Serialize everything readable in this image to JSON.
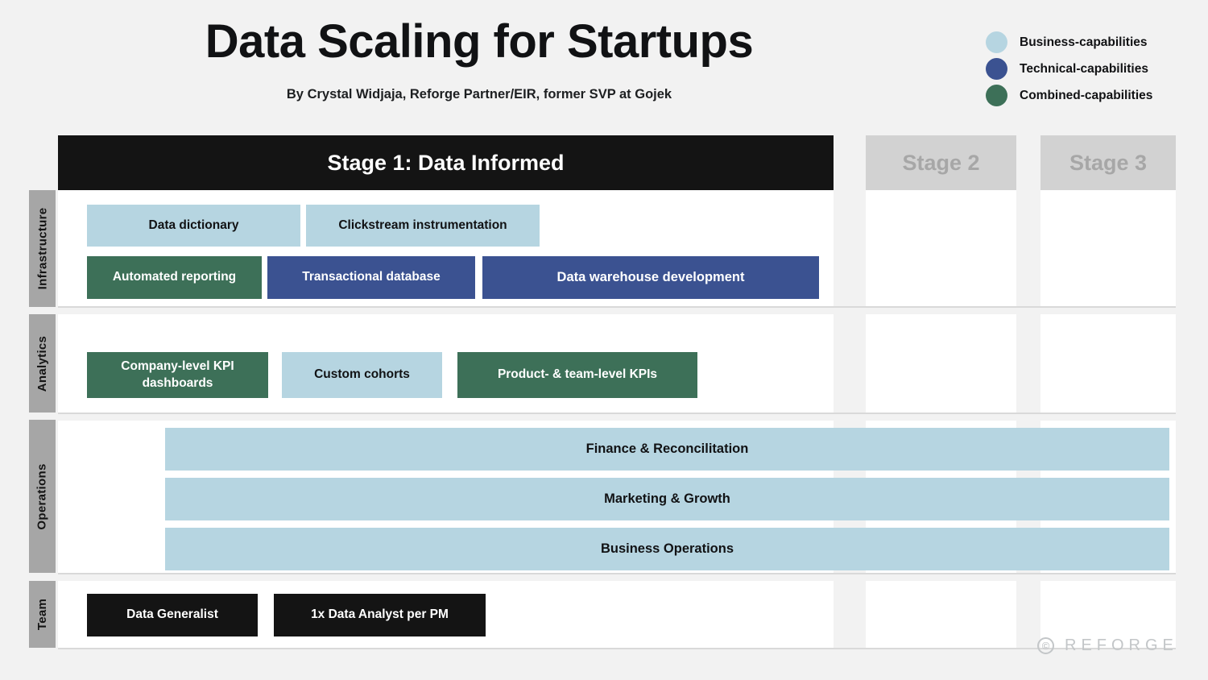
{
  "header": {
    "title": "Data Scaling for Startups",
    "subtitle": "By Crystal Widjaja, Reforge Partner/EIR, former SVP at Gojek"
  },
  "legend": {
    "items": [
      {
        "label": "Business-capabilities",
        "color": "#b6d5e1",
        "key": "business"
      },
      {
        "label": "Technical-capabilities",
        "color": "#3b5291",
        "key": "technical"
      },
      {
        "label": "Combined-capabilities",
        "color": "#3d7058",
        "key": "combined"
      }
    ]
  },
  "stages": [
    {
      "label": "Stage 1: Data Informed",
      "active": true
    },
    {
      "label": "Stage 2",
      "active": false
    },
    {
      "label": "Stage 3",
      "active": false
    }
  ],
  "rows": [
    {
      "label": "Infrastructure"
    },
    {
      "label": "Analytics"
    },
    {
      "label": "Operations"
    },
    {
      "label": "Team"
    }
  ],
  "boxes": {
    "infrastructure": [
      {
        "label": "Data dictionary",
        "type": "business"
      },
      {
        "label": "Clickstream instrumentation",
        "type": "business"
      },
      {
        "label": "Automated reporting",
        "type": "combined"
      },
      {
        "label": "Transactional database",
        "type": "technical"
      },
      {
        "label": "Data warehouse development",
        "type": "technical"
      }
    ],
    "analytics": [
      {
        "label": "Company-level KPI dashboards",
        "type": "combined"
      },
      {
        "label": "Custom cohorts",
        "type": "business"
      },
      {
        "label": "Product- & team-level KPIs",
        "type": "combined"
      }
    ],
    "operations": [
      {
        "label": "Finance & Reconcilitation",
        "type": "business"
      },
      {
        "label": "Marketing & Growth",
        "type": "business"
      },
      {
        "label": "Business Operations",
        "type": "business"
      }
    ],
    "team": [
      {
        "label": "Data Generalist",
        "type": "team"
      },
      {
        "label": "1x Data Analyst per PM",
        "type": "team"
      }
    ]
  },
  "footer": {
    "copyright_mark": "©",
    "brand": "REFORGE"
  }
}
